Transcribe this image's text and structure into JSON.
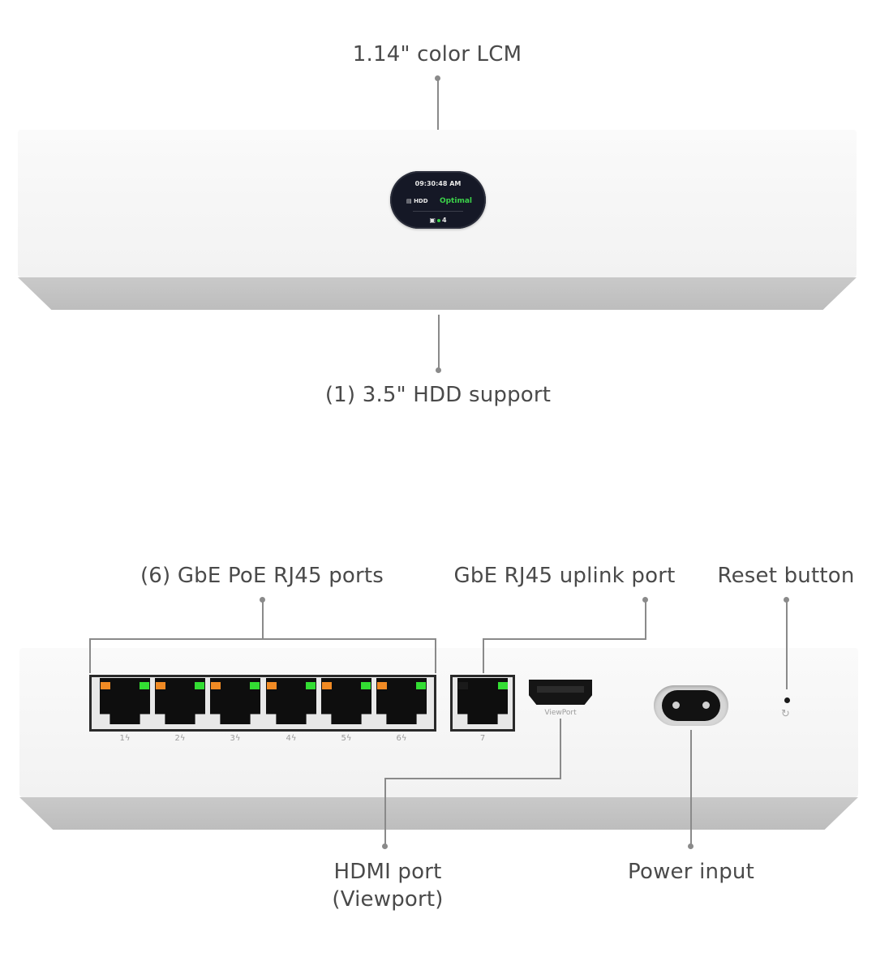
{
  "callouts": {
    "lcm": "1.14\" color LCM",
    "hdd": "(1) 3.5\" HDD support",
    "poe_ports": "(6) GbE PoE RJ45 ports",
    "uplink": "GbE RJ45 uplink port",
    "reset": "Reset button",
    "hdmi_line1": "HDMI port",
    "hdmi_line2": "(Viewport)",
    "power": "Power input"
  },
  "lcm_screen": {
    "time": "09:30:48 AM",
    "hdd_label": "HDD",
    "status": "Optimal",
    "count": "4"
  },
  "port_labels": [
    "1",
    "2",
    "3",
    "4",
    "5",
    "6",
    "7"
  ],
  "hdmi_label": "ViewPort",
  "colors": {
    "led_orange": "#f08a24",
    "led_green": "#33dd33",
    "status_green": "#3cd34a"
  }
}
